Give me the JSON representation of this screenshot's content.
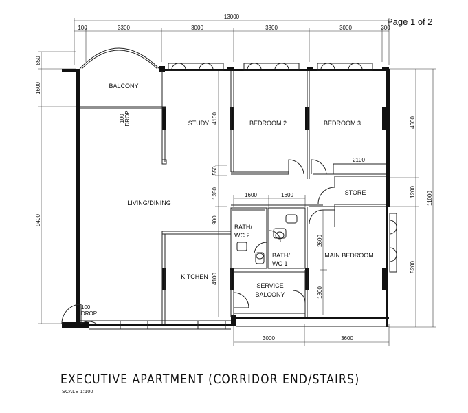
{
  "page_indicator": "Page 1 of 2",
  "title": "EXECUTIVE APARTMENT (CORRIDOR END/STAIRS)",
  "scale": "SCALE   1:100",
  "rooms": {
    "balcony": "BALCONY",
    "study": "STUDY",
    "bedroom2": "BEDROOM 2",
    "bedroom3": "BEDROOM 3",
    "store": "STORE",
    "living": "LIVING/DINING",
    "bath_wc2_a": "BATH/",
    "bath_wc2_b": "WC 2",
    "bath_wc1_a": "BATH/",
    "bath_wc1_b": "WC 1",
    "main_bedroom": "MAIN BEDROOM",
    "kitchen": "KITCHEN",
    "service_balcony_a": "SERVICE",
    "service_balcony_b": "BALCONY"
  },
  "drop_labels": {
    "top_value": "100",
    "top_label": "DROP",
    "bottom_value": "100",
    "bottom_label": "DROP"
  },
  "dimensions": {
    "top_total": "13000",
    "top_segments": [
      "100",
      "3300",
      "3000",
      "3300",
      "3000",
      "300"
    ],
    "left": [
      "850",
      "1600",
      "9400"
    ],
    "right_inner": [
      "4600",
      "1200",
      "5200"
    ],
    "right_total": "11000",
    "interior": {
      "study_4100": "4100",
      "d550": "550",
      "d1350": "1350",
      "d900": "900",
      "kitchen_4100": "4100",
      "d1600a": "1600",
      "d1600b": "1600",
      "d2100": "2100",
      "d2600": "2600",
      "d1800": "1800"
    },
    "bottom": [
      "3000",
      "3600"
    ]
  }
}
